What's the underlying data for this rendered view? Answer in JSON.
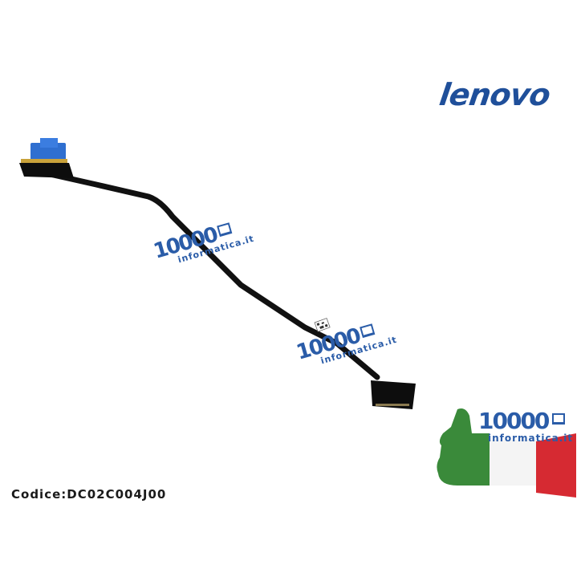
{
  "brand": {
    "name": "lenovo",
    "color": "#1f4f9a"
  },
  "product": {
    "code_label": "Codice:DC02C004J00"
  },
  "watermarks": [
    {
      "number": "10000",
      "site": "informatica.it"
    },
    {
      "number": "10000",
      "site": "informatica.it"
    }
  ],
  "seller_logo": {
    "number": "10000",
    "site": "informatica.it",
    "flag_colors": [
      "#3a8a3a",
      "#ffffff",
      "#d62a32"
    ]
  },
  "colors": {
    "cable": "#111111",
    "connector_tab": "#2f6fd0",
    "watermark": "#2a5ca8"
  }
}
